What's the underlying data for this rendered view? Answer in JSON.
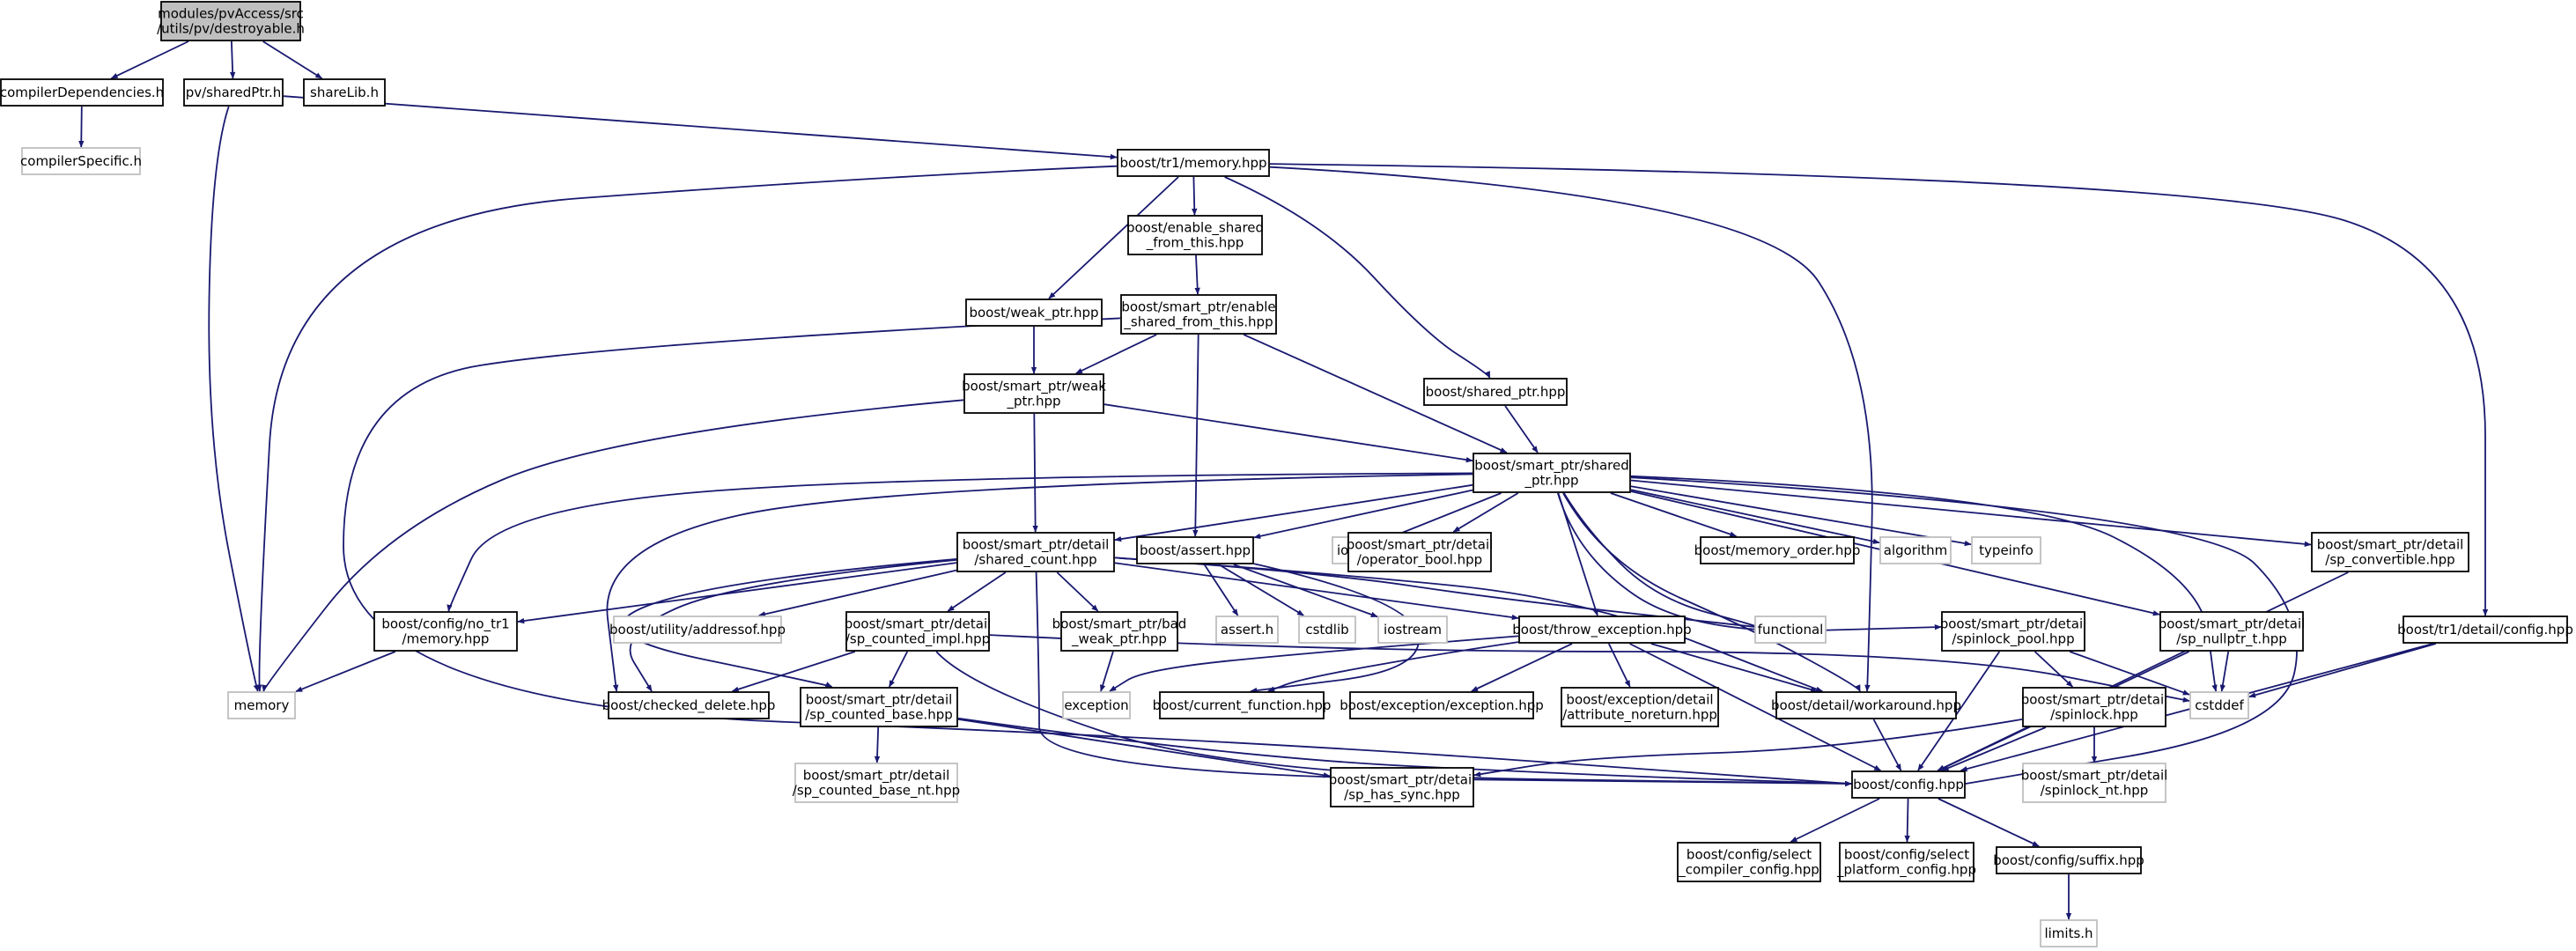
{
  "colors": {
    "edge": "#191970",
    "box_border": "#000000",
    "external_border": "#bfbfbf",
    "root_fill": "#bfbfbf",
    "background": "#ffffff"
  },
  "nodes": [
    {
      "id": "root",
      "lines": [
        "modules/pvAccess/src",
        "/utils/pv/destroyable.h"
      ],
      "kind": "root"
    },
    {
      "id": "compilerDependencies",
      "lines": [
        "compilerDependencies.h"
      ],
      "kind": "file"
    },
    {
      "id": "compilerSpecific",
      "lines": [
        "compilerSpecific.h"
      ],
      "kind": "external"
    },
    {
      "id": "sharedPtr",
      "lines": [
        "pv/sharedPtr.h"
      ],
      "kind": "file"
    },
    {
      "id": "shareLib",
      "lines": [
        "shareLib.h"
      ],
      "kind": "file"
    },
    {
      "id": "memory",
      "lines": [
        "memory"
      ],
      "kind": "external"
    },
    {
      "id": "tr1_memory",
      "lines": [
        "boost/tr1/memory.hpp"
      ],
      "kind": "file"
    },
    {
      "id": "enable_shared",
      "lines": [
        "boost/enable_shared",
        "_from_this.hpp"
      ],
      "kind": "file"
    },
    {
      "id": "weak_ptr",
      "lines": [
        "boost/weak_ptr.hpp"
      ],
      "kind": "file"
    },
    {
      "id": "sp_enable_shared",
      "lines": [
        "boost/smart_ptr/enable",
        "_shared_from_this.hpp"
      ],
      "kind": "file"
    },
    {
      "id": "sp_weak_ptr",
      "lines": [
        "boost/smart_ptr/weak",
        "_ptr.hpp"
      ],
      "kind": "file"
    },
    {
      "id": "shared_ptr",
      "lines": [
        "boost/shared_ptr.hpp"
      ],
      "kind": "file"
    },
    {
      "id": "sp_shared_ptr",
      "lines": [
        "boost/smart_ptr/shared",
        "_ptr.hpp"
      ],
      "kind": "file"
    },
    {
      "id": "shared_count",
      "lines": [
        "boost/smart_ptr/detail",
        "/shared_count.hpp"
      ],
      "kind": "file"
    },
    {
      "id": "assert",
      "lines": [
        "boost/assert.hpp"
      ],
      "kind": "file"
    },
    {
      "id": "iosfwd",
      "lines": [
        "iosfwd"
      ],
      "kind": "external"
    },
    {
      "id": "operator_bool",
      "lines": [
        "boost/smart_ptr/detail",
        "/operator_bool.hpp"
      ],
      "kind": "file"
    },
    {
      "id": "memory_order",
      "lines": [
        "boost/memory_order.hpp"
      ],
      "kind": "file"
    },
    {
      "id": "algorithm",
      "lines": [
        "algorithm"
      ],
      "kind": "external"
    },
    {
      "id": "typeinfo",
      "lines": [
        "typeinfo"
      ],
      "kind": "external"
    },
    {
      "id": "sp_convertible",
      "lines": [
        "boost/smart_ptr/detail",
        "/sp_convertible.hpp"
      ],
      "kind": "file"
    },
    {
      "id": "no_tr1_memory",
      "lines": [
        "boost/config/no_tr1",
        "/memory.hpp"
      ],
      "kind": "file"
    },
    {
      "id": "addressof",
      "lines": [
        "boost/utility/addressof.hpp"
      ],
      "kind": "external"
    },
    {
      "id": "sp_counted_impl",
      "lines": [
        "boost/smart_ptr/detail",
        "/sp_counted_impl.hpp"
      ],
      "kind": "file"
    },
    {
      "id": "bad_weak_ptr",
      "lines": [
        "boost/smart_ptr/bad",
        "_weak_ptr.hpp"
      ],
      "kind": "file"
    },
    {
      "id": "assert_h",
      "lines": [
        "assert.h"
      ],
      "kind": "external"
    },
    {
      "id": "cstdlib",
      "lines": [
        "cstdlib"
      ],
      "kind": "external"
    },
    {
      "id": "iostream",
      "lines": [
        "iostream"
      ],
      "kind": "external"
    },
    {
      "id": "throw_exception",
      "lines": [
        "boost/throw_exception.hpp"
      ],
      "kind": "file"
    },
    {
      "id": "functional",
      "lines": [
        "functional"
      ],
      "kind": "external"
    },
    {
      "id": "spinlock_pool",
      "lines": [
        "boost/smart_ptr/detail",
        "/spinlock_pool.hpp"
      ],
      "kind": "file"
    },
    {
      "id": "sp_nullptr_t",
      "lines": [
        "boost/smart_ptr/detail",
        "/sp_nullptr_t.hpp"
      ],
      "kind": "file"
    },
    {
      "id": "tr1_config",
      "lines": [
        "boost/tr1/detail/config.hpp"
      ],
      "kind": "file"
    },
    {
      "id": "checked_delete",
      "lines": [
        "boost/checked_delete.hpp"
      ],
      "kind": "file"
    },
    {
      "id": "sp_counted_base",
      "lines": [
        "boost/smart_ptr/detail",
        "/sp_counted_base.hpp"
      ],
      "kind": "file"
    },
    {
      "id": "exception",
      "lines": [
        "exception"
      ],
      "kind": "external"
    },
    {
      "id": "current_function",
      "lines": [
        "boost/current_function.hpp"
      ],
      "kind": "file"
    },
    {
      "id": "exception_hpp",
      "lines": [
        "boost/exception/exception.hpp"
      ],
      "kind": "file"
    },
    {
      "id": "attribute_noreturn",
      "lines": [
        "boost/exception/detail",
        "/attribute_noreturn.hpp"
      ],
      "kind": "file"
    },
    {
      "id": "workaround",
      "lines": [
        "boost/detail/workaround.hpp"
      ],
      "kind": "file"
    },
    {
      "id": "spinlock",
      "lines": [
        "boost/smart_ptr/detail",
        "/spinlock.hpp"
      ],
      "kind": "file"
    },
    {
      "id": "cstddef",
      "lines": [
        "cstddef"
      ],
      "kind": "external"
    },
    {
      "id": "sp_counted_base_nt",
      "lines": [
        "boost/smart_ptr/detail",
        "/sp_counted_base_nt.hpp"
      ],
      "kind": "external"
    },
    {
      "id": "sp_has_sync",
      "lines": [
        "boost/smart_ptr/detail",
        "/sp_has_sync.hpp"
      ],
      "kind": "file"
    },
    {
      "id": "config",
      "lines": [
        "boost/config.hpp"
      ],
      "kind": "file"
    },
    {
      "id": "spinlock_nt",
      "lines": [
        "boost/smart_ptr/detail",
        "/spinlock_nt.hpp"
      ],
      "kind": "external"
    },
    {
      "id": "select_compiler",
      "lines": [
        "boost/config/select",
        "_compiler_config.hpp"
      ],
      "kind": "file"
    },
    {
      "id": "select_platform",
      "lines": [
        "boost/config/select",
        "_platform_config.hpp"
      ],
      "kind": "file"
    },
    {
      "id": "suffix",
      "lines": [
        "boost/config/suffix.hpp"
      ],
      "kind": "file"
    },
    {
      "id": "limits",
      "lines": [
        "limits.h"
      ],
      "kind": "external"
    }
  ],
  "edges": [
    [
      "root",
      "compilerDependencies"
    ],
    [
      "root",
      "sharedPtr"
    ],
    [
      "root",
      "shareLib"
    ],
    [
      "compilerDependencies",
      "compilerSpecific"
    ],
    [
      "sharedPtr",
      "memory"
    ],
    [
      "sharedPtr",
      "tr1_memory"
    ],
    [
      "tr1_memory",
      "memory"
    ],
    [
      "tr1_memory",
      "enable_shared"
    ],
    [
      "tr1_memory",
      "weak_ptr"
    ],
    [
      "tr1_memory",
      "shared_ptr"
    ],
    [
      "tr1_memory",
      "workaround"
    ],
    [
      "tr1_memory",
      "tr1_config"
    ],
    [
      "enable_shared",
      "sp_enable_shared"
    ],
    [
      "weak_ptr",
      "sp_weak_ptr"
    ],
    [
      "sp_enable_shared",
      "sp_weak_ptr"
    ],
    [
      "sp_enable_shared",
      "sp_shared_ptr"
    ],
    [
      "sp_enable_shared",
      "assert"
    ],
    [
      "sp_enable_shared",
      "config"
    ],
    [
      "shared_ptr",
      "sp_shared_ptr"
    ],
    [
      "sp_weak_ptr",
      "memory"
    ],
    [
      "sp_weak_ptr",
      "shared_count"
    ],
    [
      "sp_weak_ptr",
      "sp_shared_ptr"
    ],
    [
      "sp_shared_ptr",
      "no_tr1_memory"
    ],
    [
      "sp_shared_ptr",
      "config"
    ],
    [
      "sp_shared_ptr",
      "assert"
    ],
    [
      "sp_shared_ptr",
      "checked_delete"
    ],
    [
      "sp_shared_ptr",
      "throw_exception"
    ],
    [
      "sp_shared_ptr",
      "shared_count"
    ],
    [
      "sp_shared_ptr",
      "workaround"
    ],
    [
      "sp_shared_ptr",
      "sp_convertible"
    ],
    [
      "sp_shared_ptr",
      "sp_nullptr_t"
    ],
    [
      "sp_shared_ptr",
      "spinlock_pool"
    ],
    [
      "sp_shared_ptr",
      "memory_order"
    ],
    [
      "sp_shared_ptr",
      "operator_bool"
    ],
    [
      "sp_shared_ptr",
      "algorithm"
    ],
    [
      "sp_shared_ptr",
      "functional"
    ],
    [
      "sp_shared_ptr",
      "typeinfo"
    ],
    [
      "sp_shared_ptr",
      "iosfwd"
    ],
    [
      "sp_shared_ptr",
      "cstddef"
    ],
    [
      "shared_count",
      "no_tr1_memory"
    ],
    [
      "shared_count",
      "checked_delete"
    ],
    [
      "shared_count",
      "throw_exception"
    ],
    [
      "shared_count",
      "sp_counted_base"
    ],
    [
      "shared_count",
      "sp_counted_impl"
    ],
    [
      "shared_count",
      "bad_weak_ptr"
    ],
    [
      "shared_count",
      "workaround"
    ],
    [
      "shared_count",
      "functional"
    ],
    [
      "shared_count",
      "addressof"
    ],
    [
      "shared_count",
      "config"
    ],
    [
      "no_tr1_memory",
      "memory"
    ],
    [
      "sp_counted_impl",
      "checked_delete"
    ],
    [
      "sp_counted_impl",
      "sp_counted_base"
    ],
    [
      "sp_counted_impl",
      "config"
    ],
    [
      "sp_counted_impl",
      "cstddef"
    ],
    [
      "bad_weak_ptr",
      "exception"
    ],
    [
      "assert",
      "assert_h"
    ],
    [
      "assert",
      "cstdlib"
    ],
    [
      "assert",
      "iostream"
    ],
    [
      "assert",
      "current_function"
    ],
    [
      "throw_exception",
      "exception"
    ],
    [
      "throw_exception",
      "current_function"
    ],
    [
      "throw_exception",
      "exception_hpp"
    ],
    [
      "throw_exception",
      "attribute_noreturn"
    ],
    [
      "throw_exception",
      "workaround"
    ],
    [
      "throw_exception",
      "config"
    ],
    [
      "spinlock_pool",
      "spinlock"
    ],
    [
      "spinlock_pool",
      "config"
    ],
    [
      "spinlock_pool",
      "cstddef"
    ],
    [
      "sp_nullptr_t",
      "cstddef"
    ],
    [
      "sp_nullptr_t",
      "config"
    ],
    [
      "sp_convertible",
      "config"
    ],
    [
      "tr1_config",
      "cstddef"
    ],
    [
      "tr1_config",
      "config"
    ],
    [
      "sp_counted_base",
      "sp_has_sync"
    ],
    [
      "sp_counted_base",
      "sp_counted_base_nt"
    ],
    [
      "sp_counted_base",
      "config"
    ],
    [
      "spinlock",
      "config"
    ],
    [
      "spinlock",
      "sp_has_sync"
    ],
    [
      "spinlock",
      "spinlock_nt"
    ],
    [
      "workaround",
      "config"
    ],
    [
      "config",
      "select_compiler"
    ],
    [
      "config",
      "select_platform"
    ],
    [
      "config",
      "suffix"
    ],
    [
      "suffix",
      "limits"
    ]
  ]
}
